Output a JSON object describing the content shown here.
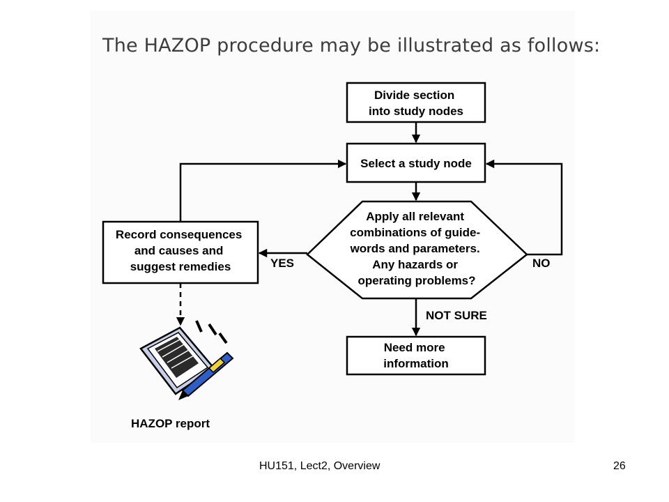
{
  "slide_title": "The HAZOP procedure may be illustrated as follows:",
  "nodes": {
    "divide": [
      "Divide section",
      "into study nodes"
    ],
    "select": [
      "Select a study node"
    ],
    "decision": [
      "Apply all relevant",
      "combinations of guide-",
      "words and parameters.",
      "Any hazards or",
      "operating problems?"
    ],
    "record": [
      "Record consequences",
      "and causes and",
      "suggest remedies"
    ],
    "more_info": [
      "Need more",
      "information"
    ]
  },
  "edge_labels": {
    "yes": "YES",
    "no": "NO",
    "not_sure": "NOT SURE"
  },
  "report_caption": "HAZOP report",
  "footer": {
    "left": "HU151, Lect2, Overview",
    "page_number": "26"
  },
  "colors": {
    "title_text": "#3c3c3c",
    "line": "#000000",
    "pen_blue": "#2f5fc4",
    "pen_yellow": "#f0d23c",
    "notepad": "#c9cfe6"
  },
  "icons": [
    "notepad-pen-icon"
  ]
}
